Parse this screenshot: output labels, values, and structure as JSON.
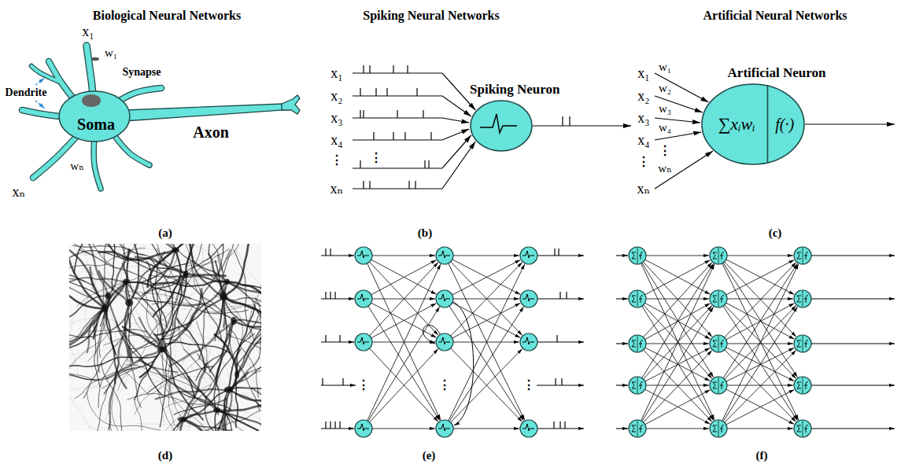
{
  "diagram": {
    "nodes": [
      {
        "text": [
          "Spiking Neuron"
        ]
      },
      {
        "text": [
          "Artificial Neuron",
          "∑xᵢwᵢ",
          "f(·)"
        ]
      }
    ],
    "labels": [
      "Biological Neural Networks",
      "Spiking Neural Networks",
      "Artificial Neural Networks",
      "x₁",
      "w₁",
      "Synapse",
      "Dendrite",
      "Soma",
      "Axon",
      "wₙ",
      "xₙ",
      "(a)",
      "x₁",
      "x₂",
      "x₃",
      "x₄",
      "⋮",
      "xₙ",
      "⋮",
      "(b)",
      "x₁",
      "x₂",
      "x₃",
      "x₄",
      "⋮",
      "xₙ",
      "w₁",
      "w₂",
      "w₃",
      "w₄",
      "⋮",
      "wₙ",
      "(c)",
      "(d)",
      "⋮",
      "⋮",
      "⋮",
      "(e)",
      "(f)"
    ]
  }
}
